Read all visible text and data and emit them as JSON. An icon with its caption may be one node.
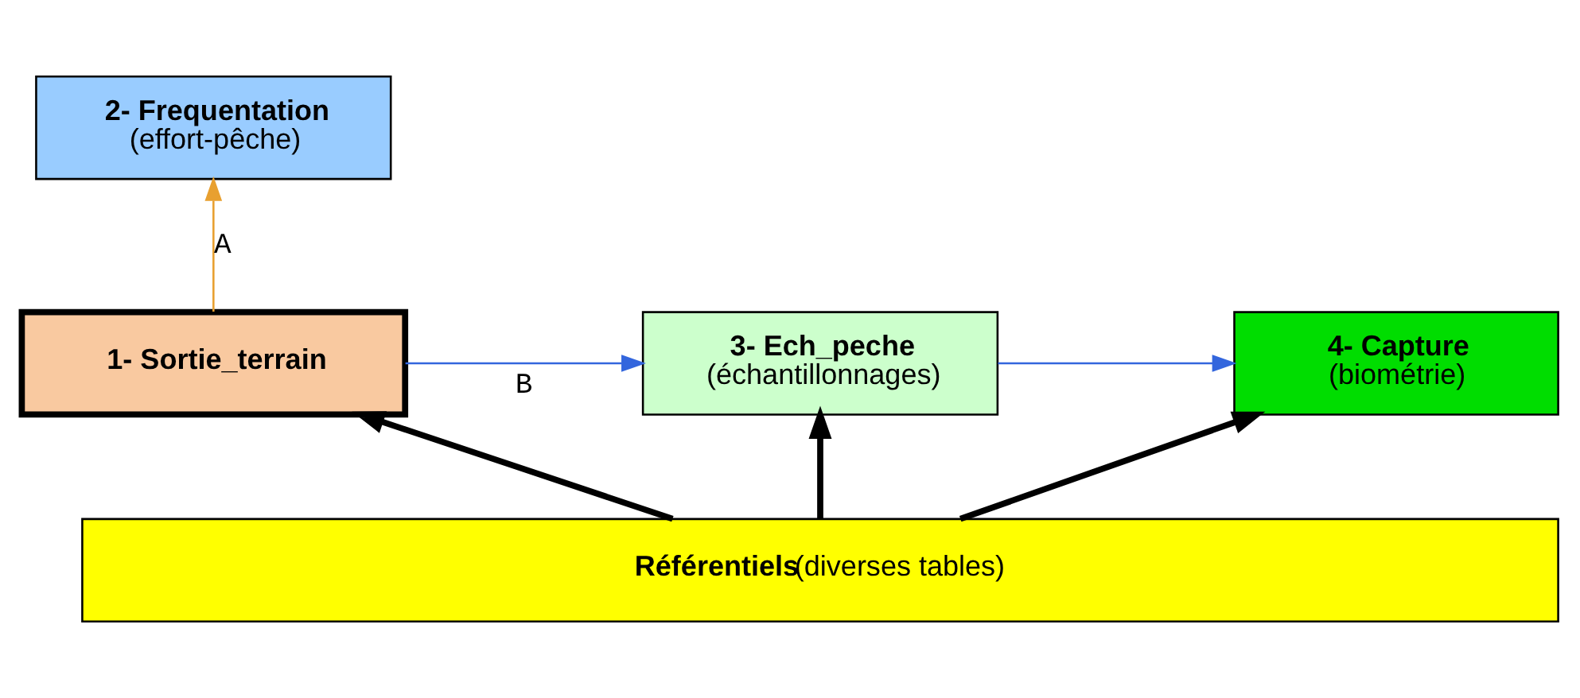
{
  "diagram": {
    "nodes": [
      {
        "text": [
          "1- Sortie_terrain"
        ]
      },
      {
        "text": [
          "2- Frequentation",
          "(effort-pêche)"
        ]
      },
      {
        "text": [
          "3- Ech_peche",
          "(échantillonnages)"
        ]
      },
      {
        "text": [
          "4- Capture",
          "(biométrie)"
        ]
      },
      {
        "text": [
          "Référentiels",
          "(diverses tables)"
        ]
      }
    ],
    "edges": [
      {
        "from": 0,
        "to": 1,
        "arrow": "to",
        "label": "A",
        "color": "#e8a030"
      },
      {
        "from": 0,
        "to": 2,
        "arrow": "to",
        "label": "B",
        "color": "#3366dd"
      },
      {
        "from": 2,
        "to": 3,
        "arrow": "to",
        "color": "#3366dd"
      },
      {
        "from": 4,
        "to": 0,
        "arrow": "to",
        "style": "thick"
      },
      {
        "from": 4,
        "to": 2,
        "arrow": "to",
        "style": "thick"
      },
      {
        "from": 4,
        "to": 3,
        "arrow": "to",
        "style": "thick"
      }
    ]
  }
}
